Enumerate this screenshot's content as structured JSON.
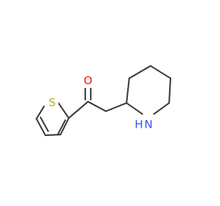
{
  "molecule": {
    "atoms": {
      "oxygen": {
        "label": "O",
        "color": "#ff0d0d"
      },
      "sulfur": {
        "label": "S",
        "color": "#b3b300"
      },
      "nitrogen_hydrogen": {
        "label": "H",
        "color": "#3050f8"
      },
      "nitrogen": {
        "label": "N",
        "color": "#3050f8"
      }
    },
    "bond_color": "#3c3c3c",
    "background_color": "#ffffff"
  }
}
